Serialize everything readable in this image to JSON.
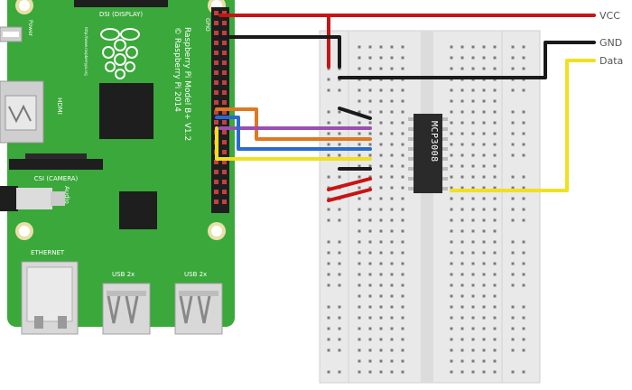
{
  "board": {
    "model_line1": "Raspberry Pi Model B+ V1.2",
    "model_line2": "© Raspberry Pi 2014",
    "dsi_label": "DSI (DISPLAY)",
    "csi_label": "CSI (CAMERA)",
    "hdmi_label": "HDMI",
    "power_label": "Power",
    "audio_label": "Audio",
    "ethernet_label": "ETHERNET",
    "usb1_label": "USB 2x",
    "usb2_label": "USB 2x",
    "gpio_label": "GPIO",
    "url_label": "http://www.raspberrypi.org"
  },
  "chip": {
    "label": "MCP3008"
  },
  "external_labels": {
    "vcc": "VCC",
    "gnd": "GND",
    "data": "Data"
  },
  "colors": {
    "board_green": "#3aa83a",
    "breadboard": "#e9e9e9",
    "wire_red": "#c81414",
    "wire_black": "#1a1a1a",
    "wire_yellow": "#f0e020",
    "wire_orange": "#e07820",
    "wire_purple": "#9a50b0",
    "wire_blue": "#2a6ad0",
    "chip": "#2a2a2a"
  }
}
